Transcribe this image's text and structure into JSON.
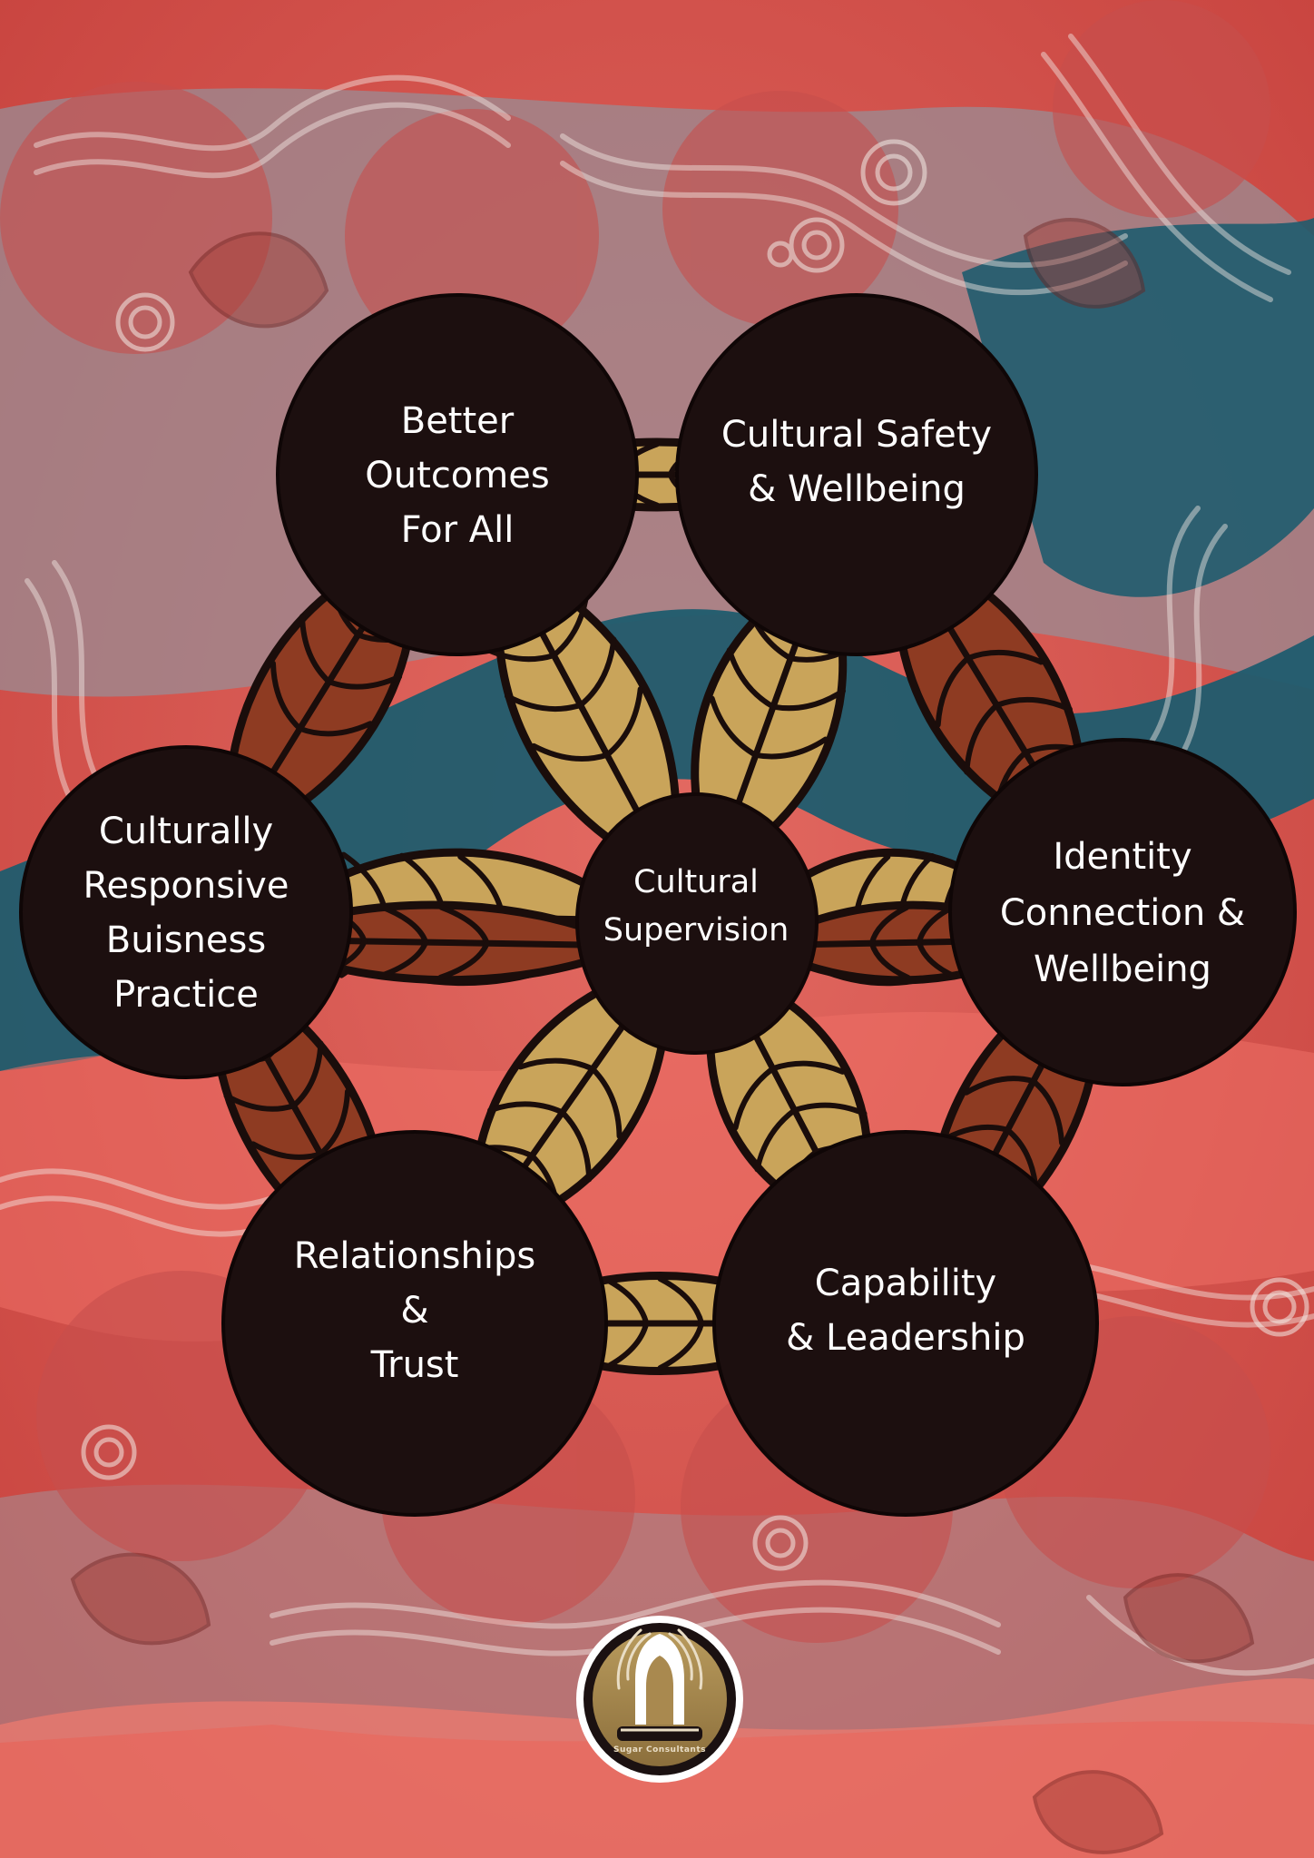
{
  "diagram": {
    "center": {
      "lines": [
        "Cultural",
        "Supervision"
      ]
    },
    "nodes": [
      {
        "id": "better-outcomes",
        "lines": [
          "Better",
          "Outcomes",
          "For All"
        ]
      },
      {
        "id": "cultural-safety",
        "lines": [
          "Cultural Safety",
          "& Wellbeing"
        ]
      },
      {
        "id": "identity-connection",
        "lines": [
          "Identity",
          "Connection &",
          "Wellbeing"
        ]
      },
      {
        "id": "capability-leadership",
        "lines": [
          "Capability",
          "& Leadership"
        ]
      },
      {
        "id": "relationships-trust",
        "lines": [
          "Relationships",
          "&",
          "Trust"
        ]
      },
      {
        "id": "culturally-responsive",
        "lines": [
          "Culturally",
          "Responsive",
          "Buisness",
          "Practice"
        ]
      }
    ]
  },
  "logo": {
    "icon": "tree-arch-logo-icon",
    "caption": "Sugar Consultants"
  },
  "colors": {
    "background_red": "#d9534f",
    "background_gray": "#8a7f86",
    "teal": "#1f5c6e",
    "node_fill": "#1c0f0f",
    "leaf_gold": "#c9a45a",
    "leaf_brown": "#8e3b22",
    "leaf_outline": "#1a0d0b",
    "logo_gold": "#a9894f"
  }
}
